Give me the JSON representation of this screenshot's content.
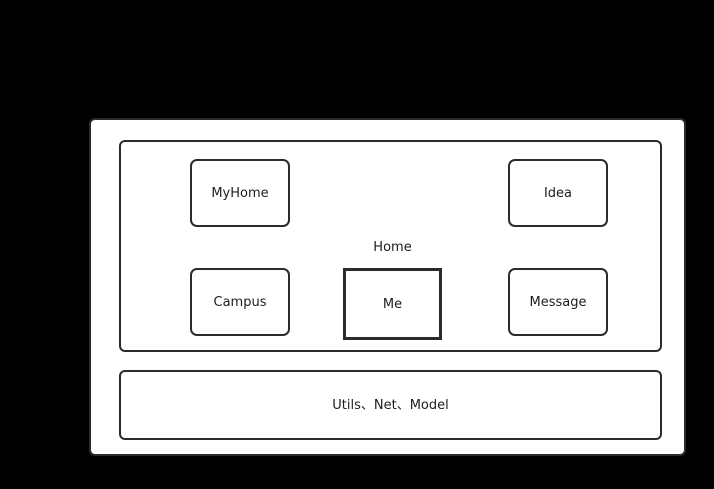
{
  "diagram": {
    "background_color": "#000000",
    "panel_color": "#ffffff",
    "stroke_color": "#2b2b2f",
    "layers": [
      {
        "id": "home",
        "caption": "Home",
        "modules": [
          {
            "id": "myhome",
            "label": "MyHome",
            "row": "top",
            "column": "left",
            "shape": "rounded"
          },
          {
            "id": "idea",
            "label": "Idea",
            "row": "top",
            "column": "right",
            "shape": "rounded"
          },
          {
            "id": "campus",
            "label": "Campus",
            "row": "bottom",
            "column": "left",
            "shape": "rounded"
          },
          {
            "id": "me",
            "label": "Me",
            "row": "bottom",
            "column": "center",
            "shape": "square"
          },
          {
            "id": "message",
            "label": "Message",
            "row": "bottom",
            "column": "right",
            "shape": "rounded"
          }
        ]
      },
      {
        "id": "base",
        "label": "Utils、Net、Model"
      }
    ]
  }
}
